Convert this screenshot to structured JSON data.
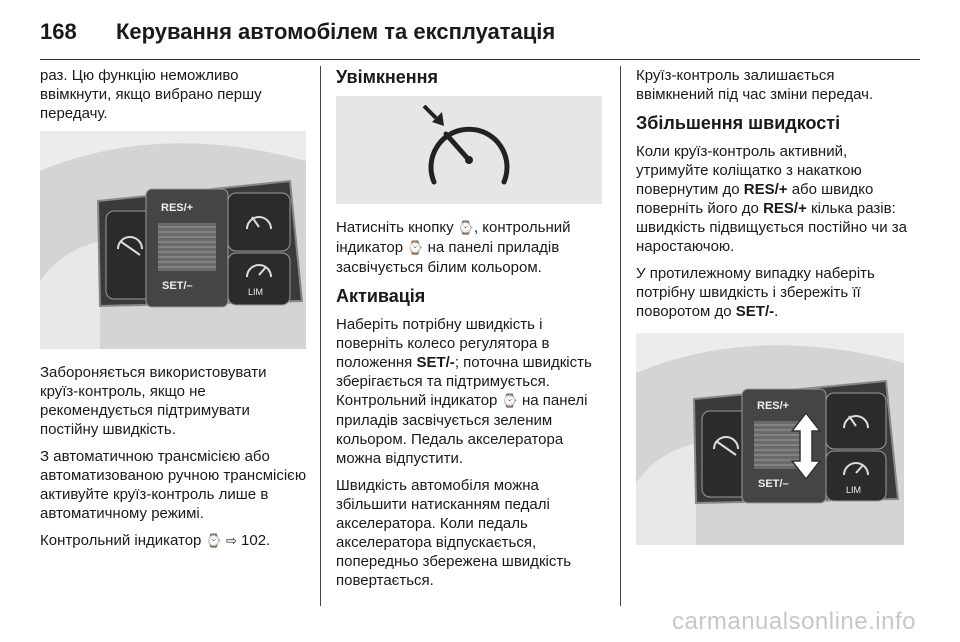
{
  "header": {
    "page_number": "168",
    "title": "Керування автомобілем та експлуатація"
  },
  "left_column": {
    "p1": "раз. Цю функцію неможливо ввімкнути, якщо вибрано першу передачу.",
    "p2": "Забороняється використовувати круїз-контроль, якщо не рекомендується підтримувати постійну швидкість.",
    "p3": "З автоматичною трансмісією або автоматизованою ручною трансмісією активуйте круїз-контроль лише в автоматичному режимі.",
    "p4_text": "Контрольний індикатор",
    "p4_ref": "102.",
    "figure_labels": {
      "res": "RES/+",
      "set": "SET/–",
      "lim": "LIM"
    }
  },
  "middle_column": {
    "heading_on": "Увімкнення",
    "p_on_1": "Натисніть кнопку",
    "p_on_2": ", контрольний індикатор",
    "p_on_3": "на панелі приладів засвічується білим кольором.",
    "heading_activation": "Активація",
    "p_act_1": "Наберіть потрібну швидкість і поверніть колесо регулятора в положення",
    "p_act_bold": "SET/-",
    "p_act_2": "; поточна швидкість зберігається та підтримується. Контрольний індикатор",
    "p_act_3": "на панелі приладів засвічується зеленим кольором. Педаль акселератора можна відпустити.",
    "p_act_4": "Швидкість автомобіля можна збільшити натисканням педалі акселератора. Коли педаль акселератора відпускається, попередньо збережена швидкість повертається."
  },
  "right_column": {
    "p1": "Круїз-контроль залишається ввімкнений під час зміни передач.",
    "heading_increase": "Збільшення швидкості",
    "p2_1": "Коли круїз-контроль активний, утримуйте коліщатко з накаткою повернутим до",
    "p2_b1": "RES/+",
    "p2_2": "або швидко поверніть його до",
    "p2_b2": "RES/+",
    "p2_3": "кілька разів: швидкість підвищується постійно чи за наростаючою.",
    "p3_1": "У протилежному випадку наберіть потрібну швидкість і збережіть її поворотом до",
    "p3_b": "SET/-",
    "p3_2": ".",
    "figure_labels": {
      "res": "RES/+",
      "set": "SET/–",
      "lim": "LIM"
    }
  },
  "icons": {
    "cruise_indicator": "cruise-control-speedometer-icon",
    "page_reference": "page-reference-arrow-icon"
  },
  "watermark": "carmanualsonline.info"
}
